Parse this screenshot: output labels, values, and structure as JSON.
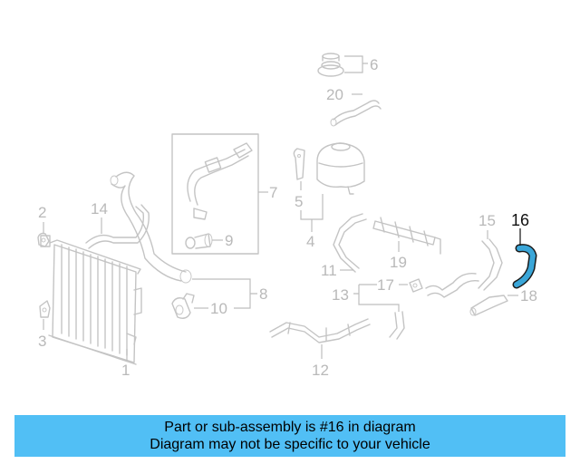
{
  "diagram": {
    "labels": [
      "1",
      "2",
      "3",
      "4",
      "5",
      "6",
      "7",
      "8",
      "9",
      "10",
      "11",
      "12",
      "13",
      "14",
      "15",
      "16",
      "17",
      "18",
      "19",
      "20"
    ],
    "highlighted_part": "16",
    "highlight_color": "#3aa6d8",
    "part_color": "#c4c4c4"
  },
  "banner": {
    "line1": "Part or sub-assembly is #16 in diagram",
    "line2": "Diagram may not be specific to your vehicle",
    "background": "#51bff5"
  }
}
